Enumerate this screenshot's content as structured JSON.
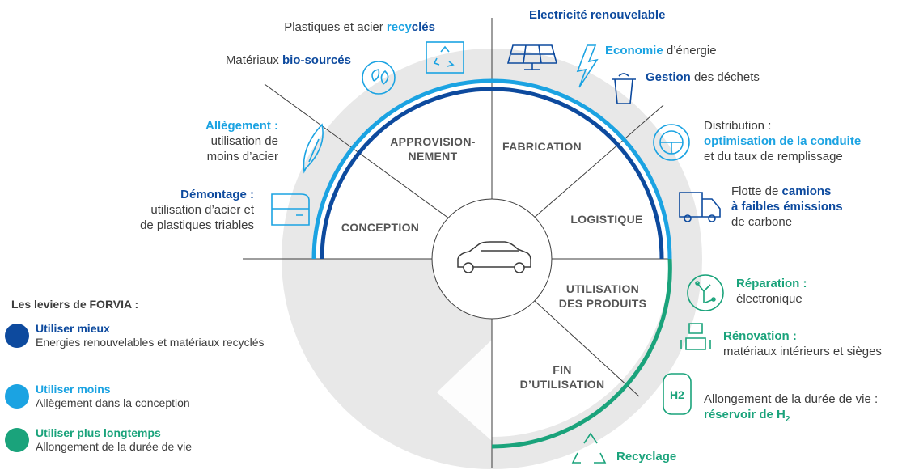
{
  "segments": {
    "approvisionnement": [
      "APPROVISION-",
      "NEMENT"
    ],
    "fabrication": "FABRICATION",
    "logistique": "LOGISTIQUE",
    "conception": "CONCEPTION",
    "utilisation": [
      "UTILISATION",
      "DES PRODUITS"
    ],
    "fin": [
      "FIN",
      "D’UTILISATION"
    ]
  },
  "labels": {
    "plastiques": {
      "pre": "Plastiques et acier ",
      "a": "recy",
      "b": "clés"
    },
    "materiaux": {
      "pre": "Matériaux ",
      "bold": "bio-sourcés"
    },
    "allegement": {
      "bold": "Allègement :",
      "line2": "utilisation de",
      "line3": "moins d’acier"
    },
    "demontage": {
      "bold": "Démontage :",
      "line2": "utilisation d’acier et",
      "line3": "de plastiques triables"
    },
    "electricite": "Electricité renouvelable",
    "economie": {
      "bold": "Economie",
      "post": " d’énergie"
    },
    "gestion": {
      "bold": "Gestion",
      "post": " des déchets"
    },
    "distribution": {
      "line1": "Distribution :",
      "bold": "optimisation de la conduite",
      "line3": "et du taux de remplissage"
    },
    "flotte": {
      "pre": "Flotte de ",
      "bold1": "camions",
      "bold2": "à faibles émissions",
      "line3": "de carbone"
    },
    "reparation": {
      "bold": "Réparation :",
      "line2": "électronique"
    },
    "renovation": {
      "bold": "Rénovation :",
      "line2": "matériaux intérieurs et sièges"
    },
    "allongement": {
      "line1": "Allongement de la durée de vie :",
      "bold": "réservoir de H",
      "sub": "2"
    },
    "recyclage": "Recyclage",
    "h2": "H2"
  },
  "legend": {
    "title": "Les leviers de FORVIA :",
    "items": [
      {
        "title": "Utiliser mieux",
        "desc": "Energies renouvelables et matériaux recyclés",
        "color": "#0d4a9e"
      },
      {
        "title": "Utiliser moins",
        "desc": "Allègement dans la conception",
        "color": "#1ba3e2"
      },
      {
        "title": "Utiliser plus longtemps",
        "desc": "Allongement de la durée de vie",
        "color": "#1aa37b"
      }
    ]
  },
  "icons": [
    "recycle-box-icon",
    "leaf-recycle-icon",
    "feather-icon",
    "car-door-icon",
    "solar-panel-icon",
    "lightning-icon",
    "trash-can-icon",
    "steering-wheel-icon",
    "truck-icon",
    "circuit-icon",
    "seat-icon",
    "h2-tank-icon",
    "recycle-icon",
    "car-icon"
  ]
}
